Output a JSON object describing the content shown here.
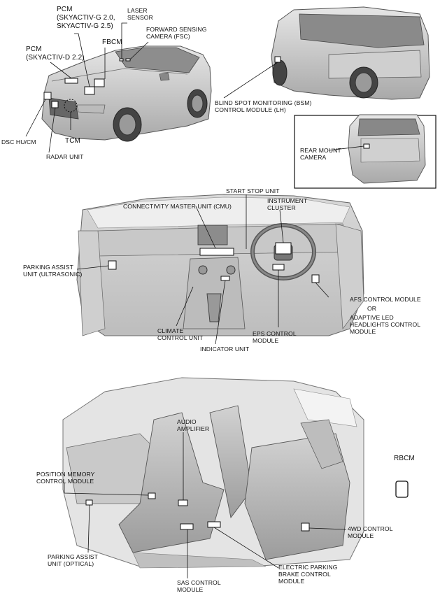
{
  "labels": {
    "laser_sensor": "LASER\nSENSOR",
    "pcm_gasoline": "PCM\n(SKYACTIV-G 2.0,\nSKYACTIV-G 2.5)",
    "fsc": "FORWARD SENSING\nCAMERA (FSC)",
    "fbcm": "FBCM",
    "pcm_diesel": "PCM\n(SKYACTIV-D 2.2)",
    "dsc": "DSC HU/CM",
    "tcm": "TCM",
    "radar": "RADAR UNIT",
    "bsm": "BLIND SPOT MONITORING (BSM)\nCONTROL MODULE (LH)",
    "rear_camera": "REAR MOUNT\nCAMERA",
    "start_stop": "START STOP UNIT",
    "cmu": "CONNECTIVITY MASTER UNIT (CMU)",
    "cluster": "INSTRUMENT\nCLUSTER",
    "parking_ultrasonic": "PARKING ASSIST\nUNIT (ULTRASONIC)",
    "afs": "AFS CONTROL MODULE",
    "or": "OR",
    "adaptive_led": "ADAPTIVE LED\nHEADLIGHTS CONTROL\nMODULE",
    "climate": "CLIMATE\nCONTROL UNIT",
    "eps": "EPS CONTROL\nMODULE",
    "indicator": "INDICATOR UNIT",
    "audio_amp": "AUDIO\nAMPLIFIER",
    "rbcm": "RBCM",
    "position_memory": "POSITION MEMORY\nCONTROL MODULE",
    "four_wd": "4WD CONTROL\nMODULE",
    "parking_optical": "PARKING ASSIST\nUNIT (OPTICAL)",
    "epb": "ELECTRIC PARKING\nBRAKE CONTROL\nMODULE",
    "sas": "SAS CONTROL\nMODULE"
  }
}
